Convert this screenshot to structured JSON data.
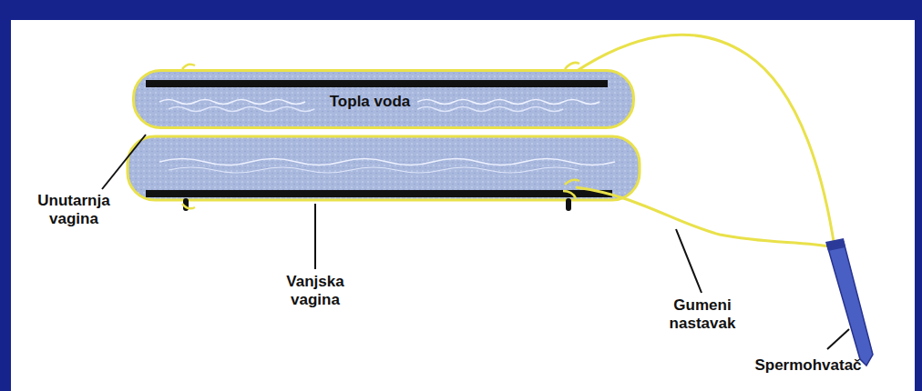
{
  "diagram": {
    "nodes": [
      {
        "text": [
          "Topla voda"
        ]
      }
    ],
    "labels": [
      "Unutarnja vagina",
      "Vanjska vagina",
      "Gumeni nastavak",
      "Spermohvatač"
    ]
  }
}
